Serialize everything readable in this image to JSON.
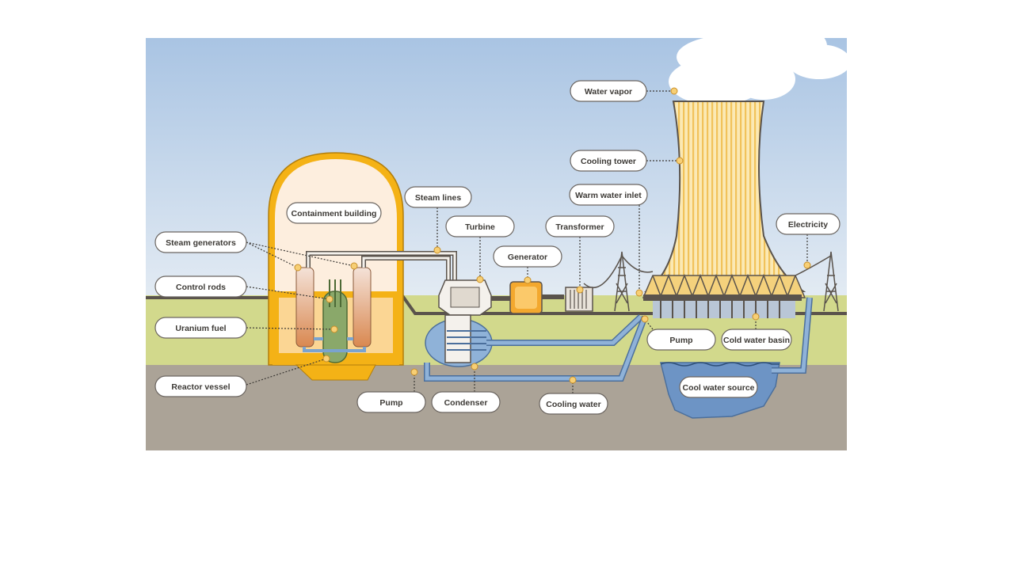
{
  "labels": {
    "containment_building": "Containment building",
    "steam_generators": "Steam generators",
    "control_rods": "Control rods",
    "uranium_fuel": "Uranium fuel",
    "reactor_vessel": "Reactor vessel",
    "steam_lines": "Steam lines",
    "turbine": "Turbine",
    "generator": "Generator",
    "transformer": "Transformer",
    "water_vapor": "Water vapor",
    "cooling_tower": "Cooling tower",
    "warm_water_inlet": "Warm water inlet",
    "electricity": "Electricity",
    "pump_left": "Pump",
    "condenser": "Condenser",
    "cooling_water": "Cooling water",
    "pump_right": "Pump",
    "cold_water_basin": "Cold water basin",
    "cool_water_source": "Cool water source"
  },
  "colors": {
    "sky_top": "#a9c4e3",
    "sky_bottom": "#e3ebf3",
    "grass": "#d2d98c",
    "ground": "#aba397",
    "containment_orange": "#f4b216",
    "containment_interior": "#fdeede",
    "reactor_green": "#8aa86a",
    "water_blue": "#7aa3cf",
    "tower_yellow": "#f5d98a",
    "generator_orange": "#f3a82e"
  }
}
